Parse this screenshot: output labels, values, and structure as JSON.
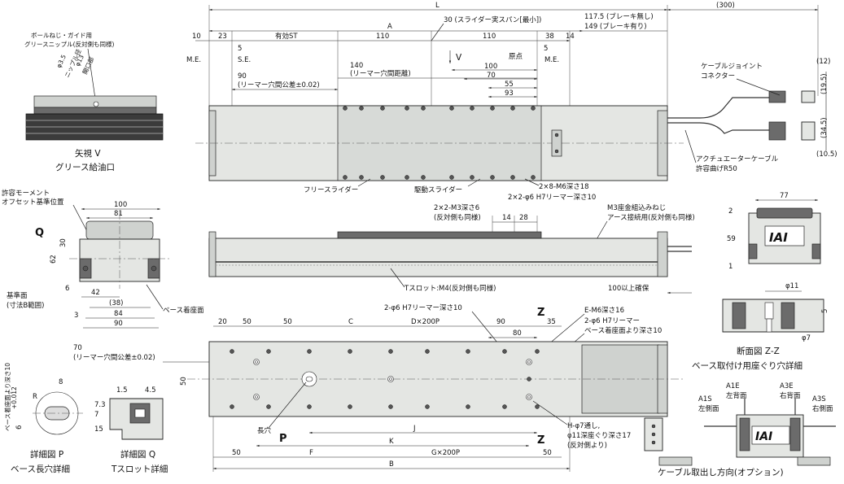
{
  "labels": {
    "grease_nipple": "ボールねじ・ガイド用",
    "grease_nipple2": "グリースニップル(反対側も同様)",
    "phi35": "φ3.5",
    "nipple_dia": "ニップル径",
    "phi13": "φ13",
    "opening": "開口部",
    "view_v_title": "矢視 V",
    "view_v_sub": "グリース給油口",
    "moment_offset1": "許容モーメント",
    "moment_offset2": "オフセット基準位置",
    "Q": "Q",
    "datum1": "基準面",
    "datum2": "(寸法B範囲)",
    "base_mount": "ベース着座面",
    "ream_depth_vert": "ベース着座面より深さ10",
    "six_tol": "6",
    "tol_sup": "+0.012",
    "tol_sub": "0",
    "R": "R",
    "detail_p_title": "詳細図 P",
    "detail_p_sub": "ベース長穴詳細",
    "detail_q_title": "詳細図 Q",
    "detail_q_sub": "Tスロット詳細",
    "L": "L",
    "A": "A",
    "dim300": "(300)",
    "brake_none": "117.5 (ブレーキ無し)",
    "brake_with": "149 (ブレーキ有り)",
    "slider_span": "30 (スライダー実スパン[最小])",
    "d10": "10",
    "d23": "23",
    "eff_st": "有効ST",
    "d110a": "110",
    "d110b": "110",
    "d38": "38",
    "d14": "14",
    "ME1": "M.E.",
    "ME2": "M.E.",
    "SE": "S.E.",
    "five1": "5",
    "five2": "5",
    "origin": "原点",
    "V": "V",
    "d140": "140",
    "ream_pitch": "(リーマー穴間距離)",
    "d90": "90",
    "ream_tol": "(リーマー穴間公差±0.02)",
    "d100": "100",
    "d70": "70",
    "d55": "55",
    "d93": "93",
    "cable_joint1": "ケーブルジョイント",
    "cable_joint2": "コネクター",
    "d12": "(12)",
    "d195": "(19.5)",
    "d345": "(34.5)",
    "d105": "(10.5)",
    "act_cable": "アクチュエーターケーブル",
    "bend_r": "許容曲げR50",
    "free_slider": "フリースライダー",
    "drive_slider": "駆動スライダー",
    "m6": "2×8-M6深さ18",
    "phi6a": "2×2-φ6 H7リーマー深さ10",
    "m3": "2×2-M3深さ6",
    "m3b": "(反対側も同様)",
    "d14b": "14",
    "d28": "28",
    "m3screw1": "M3座金組込みねじ",
    "m3screw2": "アース接続用(反対側も同様)",
    "d77": "77",
    "d2": "2",
    "d59": "59",
    "d1": "1",
    "section_zz": "断面図",
    "t_slot": "Tスロット:M4(反対側も同様)",
    "min100": "100以上確保",
    "phi11": "φ11",
    "phi7": "φ7",
    "d5": "5",
    "zz_title": "断面図 Z-Z",
    "zz_sub": "ベース取付け用座ぐり穴詳細",
    "d100b": "100",
    "d81": "81",
    "d30": "30",
    "d62": "62",
    "d6": "6",
    "d42": "42",
    "d38b": "(38)",
    "d84": "84",
    "d90b": "90",
    "d3": "3",
    "phi6b": "2-φ6 H7リーマー深さ10",
    "d20": "20",
    "d50a": "50",
    "d50b": "50",
    "C": "C",
    "Dx200P": "D×200P",
    "d90c": "90",
    "Z1": "Z",
    "Z2": "Z",
    "d35": "35",
    "d80": "80",
    "em6": "E-M6深さ16",
    "phi6c1": "2-φ6 H7リーマー",
    "phi6c2": "ベース着座面より深さ10",
    "d70b": "70",
    "ream_tol2": "(リーマー穴間公差±0.02)",
    "d50side": "50",
    "long_hole": "長穴",
    "P": "P",
    "J": "J",
    "H1": "H-φ7通し,",
    "H2": "φ11深座ぐり深さ17",
    "H3": "(反対側より)",
    "K": "K",
    "d50c": "50",
    "d50d": "50",
    "F": "F",
    "Gx200P": "G×200P",
    "B": "B",
    "d8": "8",
    "d15": "1.5",
    "d45": "4.5",
    "d73": "7.3",
    "d7": "7",
    "d15b": "15",
    "A1E": "A1E",
    "A1E_s": "左背面",
    "A3E": "A3E",
    "A3E_s": "右背面",
    "A1S": "A1S",
    "A1S_s": "左側面",
    "A3S": "A3S",
    "A3S_s": "右側面",
    "logo": "IAI",
    "cable_option": "ケーブル取出し方向(オプション)"
  }
}
